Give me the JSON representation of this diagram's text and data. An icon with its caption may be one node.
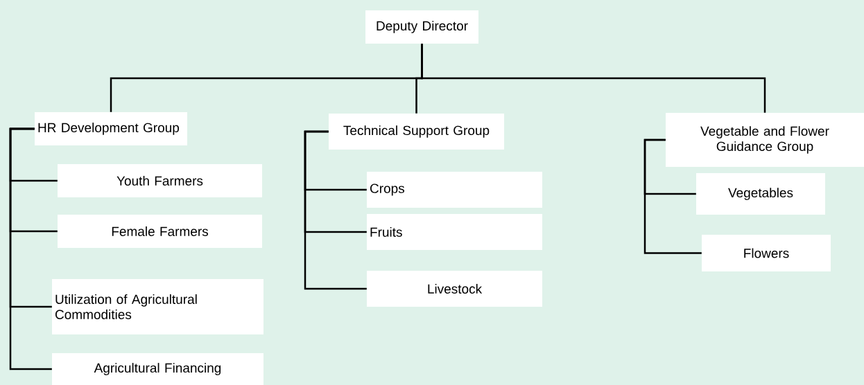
{
  "diagram": {
    "nodes": [
      {
        "text": [
          "Deputy Director"
        ]
      },
      {
        "text": [
          "HR Development Group"
        ]
      },
      {
        "text": [
          "Youth Farmers"
        ]
      },
      {
        "text": [
          "Female Farmers"
        ]
      },
      {
        "text": [
          "Utilization of Agricultural Commodities"
        ]
      },
      {
        "text": [
          "Agricultural Financing"
        ]
      },
      {
        "text": [
          "Technical Support Group"
        ]
      },
      {
        "text": [
          "Crops"
        ]
      },
      {
        "text": [
          "Fruits"
        ]
      },
      {
        "text": [
          "Livestock"
        ]
      },
      {
        "text": [
          "Vegetable and Flower Guidance Group"
        ]
      },
      {
        "text": [
          "Vegetables"
        ]
      },
      {
        "text": [
          "Flowers"
        ]
      }
    ],
    "edges": [
      {
        "from": 0,
        "to": 1,
        "arrow": "none"
      },
      {
        "from": 0,
        "to": 6,
        "arrow": "none"
      },
      {
        "from": 0,
        "to": 10,
        "arrow": "none"
      },
      {
        "from": 1,
        "to": 2,
        "arrow": "none"
      },
      {
        "from": 1,
        "to": 3,
        "arrow": "none"
      },
      {
        "from": 1,
        "to": 4,
        "arrow": "none"
      },
      {
        "from": 1,
        "to": 5,
        "arrow": "none"
      },
      {
        "from": 6,
        "to": 7,
        "arrow": "none"
      },
      {
        "from": 6,
        "to": 8,
        "arrow": "none"
      },
      {
        "from": 6,
        "to": 9,
        "arrow": "none"
      },
      {
        "from": 10,
        "to": 11,
        "arrow": "none"
      },
      {
        "from": 10,
        "to": 12,
        "arrow": "none"
      }
    ]
  }
}
